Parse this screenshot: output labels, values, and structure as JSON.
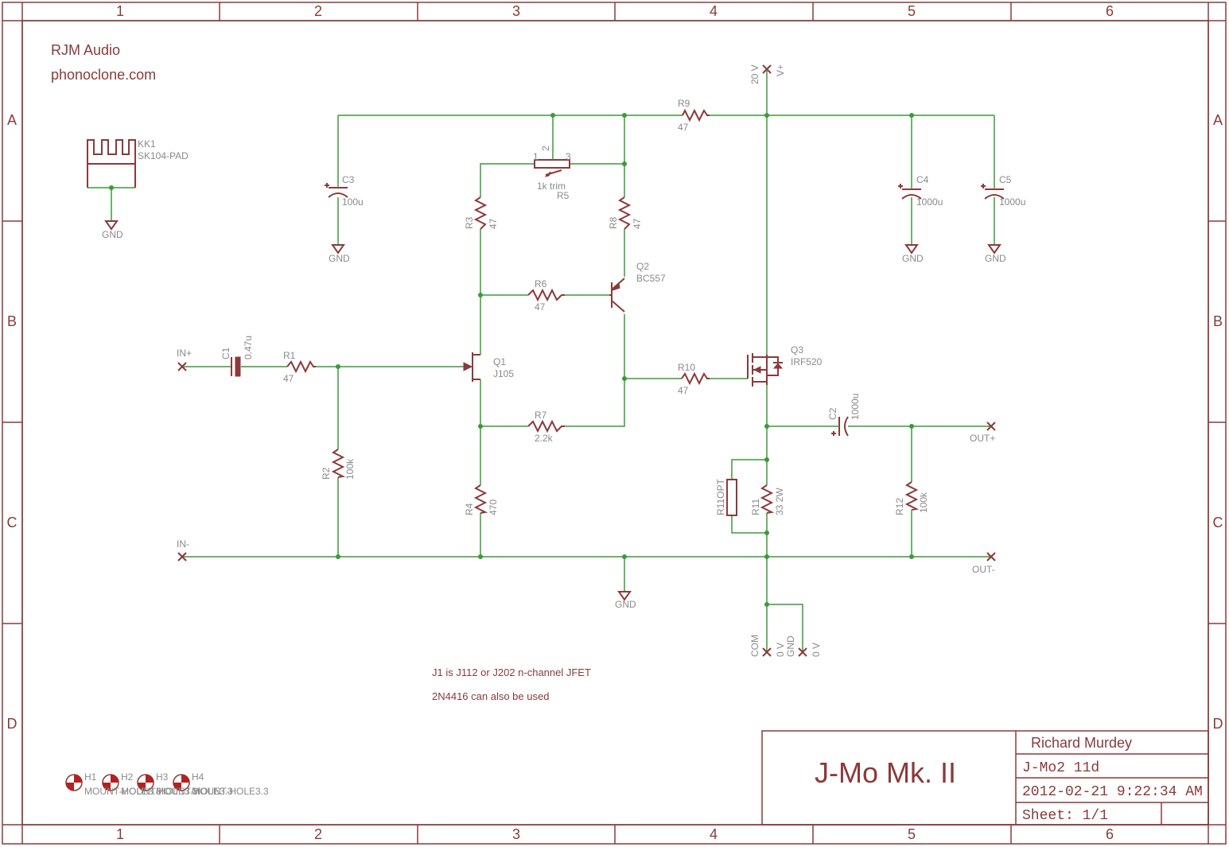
{
  "zones": {
    "columns": [
      "1",
      "2",
      "3",
      "4",
      "5",
      "6"
    ],
    "rows": [
      "A",
      "B",
      "C",
      "D"
    ]
  },
  "header": {
    "company": "RJM Audio",
    "website": "phonoclone.com"
  },
  "notes": {
    "line1": "J1 is J112 or J202 n-channel JFET",
    "line2": "2N4416 can also be used"
  },
  "title_block": {
    "title": "J-Mo Mk. II",
    "author": "Richard Murdey",
    "drawing": "J-Mo2 11d",
    "date": "2012-02-21 9:22:34 AM",
    "sheet": "Sheet: 1/1"
  },
  "components": {
    "kk1": {
      "ref": "KK1",
      "value": "SK104-PAD"
    },
    "c1": {
      "ref": "C1",
      "value": "0.47u"
    },
    "c2": {
      "ref": "C2",
      "value": "1000u"
    },
    "c3": {
      "ref": "C3",
      "value": "100u"
    },
    "c4": {
      "ref": "C4",
      "value": "1000u"
    },
    "c5": {
      "ref": "C5",
      "value": "1000u"
    },
    "r1": {
      "ref": "R1",
      "value": "47"
    },
    "r2": {
      "ref": "R2",
      "value": "100k"
    },
    "r3": {
      "ref": "R3",
      "value": "47"
    },
    "r4": {
      "ref": "R4",
      "value": "470"
    },
    "r5": {
      "ref": "R5",
      "value": "1k trim",
      "pin1": "1",
      "pin2": "2",
      "pin3": "3"
    },
    "r6": {
      "ref": "R6",
      "value": "47"
    },
    "r7": {
      "ref": "R7",
      "value": "2.2k"
    },
    "r8": {
      "ref": "R8",
      "value": "47"
    },
    "r9": {
      "ref": "R9",
      "value": "47"
    },
    "r10": {
      "ref": "R10",
      "value": "47"
    },
    "r11": {
      "ref": "R11",
      "value": "33 2W"
    },
    "r11opt": {
      "ref": "R11OPT"
    },
    "r12": {
      "ref": "R12",
      "value": "100k"
    },
    "q1": {
      "ref": "Q1",
      "value": "J105"
    },
    "q2": {
      "ref": "Q2",
      "value": "BC557"
    },
    "q3": {
      "ref": "Q3",
      "value": "IRF520"
    }
  },
  "ports": {
    "in_plus": "IN+",
    "in_minus": "IN-",
    "out_plus": "OUT+",
    "out_minus": "OUT-",
    "vplus": "V+",
    "v20": "20 V",
    "com": "COM",
    "ov1": "0 V",
    "gnd_port": "GND",
    "ov2": "0 V"
  },
  "gnd_label": "GND",
  "holes": {
    "h1": "H1",
    "h2": "H2",
    "h3": "H3",
    "h4": "H4",
    "text": "MOUNT-HOLE3.3"
  }
}
